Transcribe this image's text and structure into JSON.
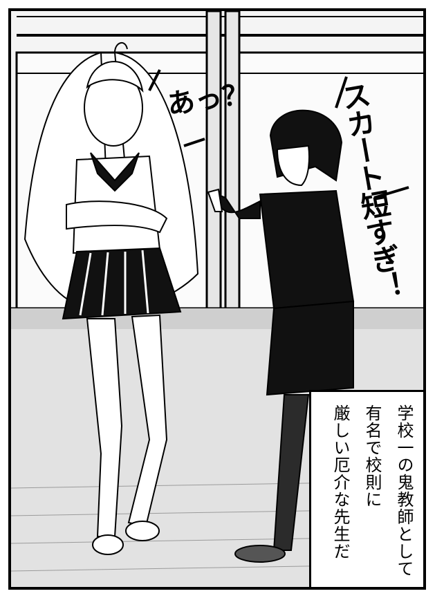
{
  "speech": {
    "girl_retort": "あっ？",
    "teacher_shout": "スカート短すぎ！"
  },
  "caption": {
    "lines": [
      "学校一の鬼教師として",
      "有名で校則に",
      "厳しい厄介な先生だ"
    ]
  },
  "colors": {
    "ink": "#000000",
    "paper": "#ffffff",
    "floor_tone": "#d8d8d8",
    "window_glass": "#efefef",
    "tights": "#2b2b2b"
  }
}
